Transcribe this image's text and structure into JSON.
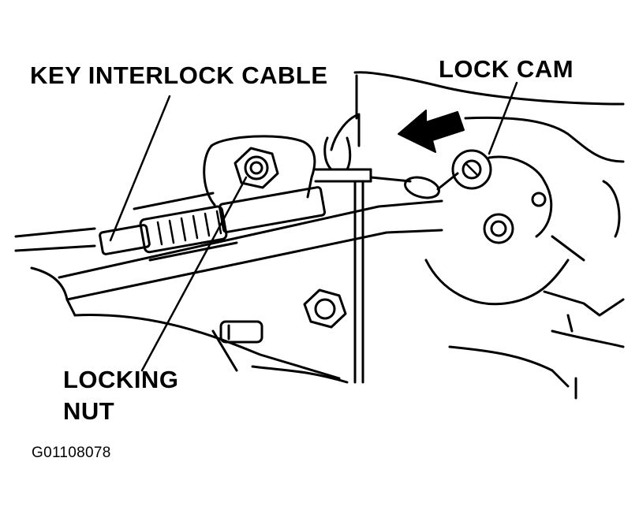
{
  "labels": {
    "key_interlock_cable": "KEY INTERLOCK CABLE",
    "lock_cam": "LOCK CAM",
    "locking_nut_line1": "LOCKING",
    "locking_nut_line2": "NUT",
    "figure_code": "G01108078"
  },
  "colors": {
    "ink": "#000000",
    "paper": "#ffffff"
  }
}
